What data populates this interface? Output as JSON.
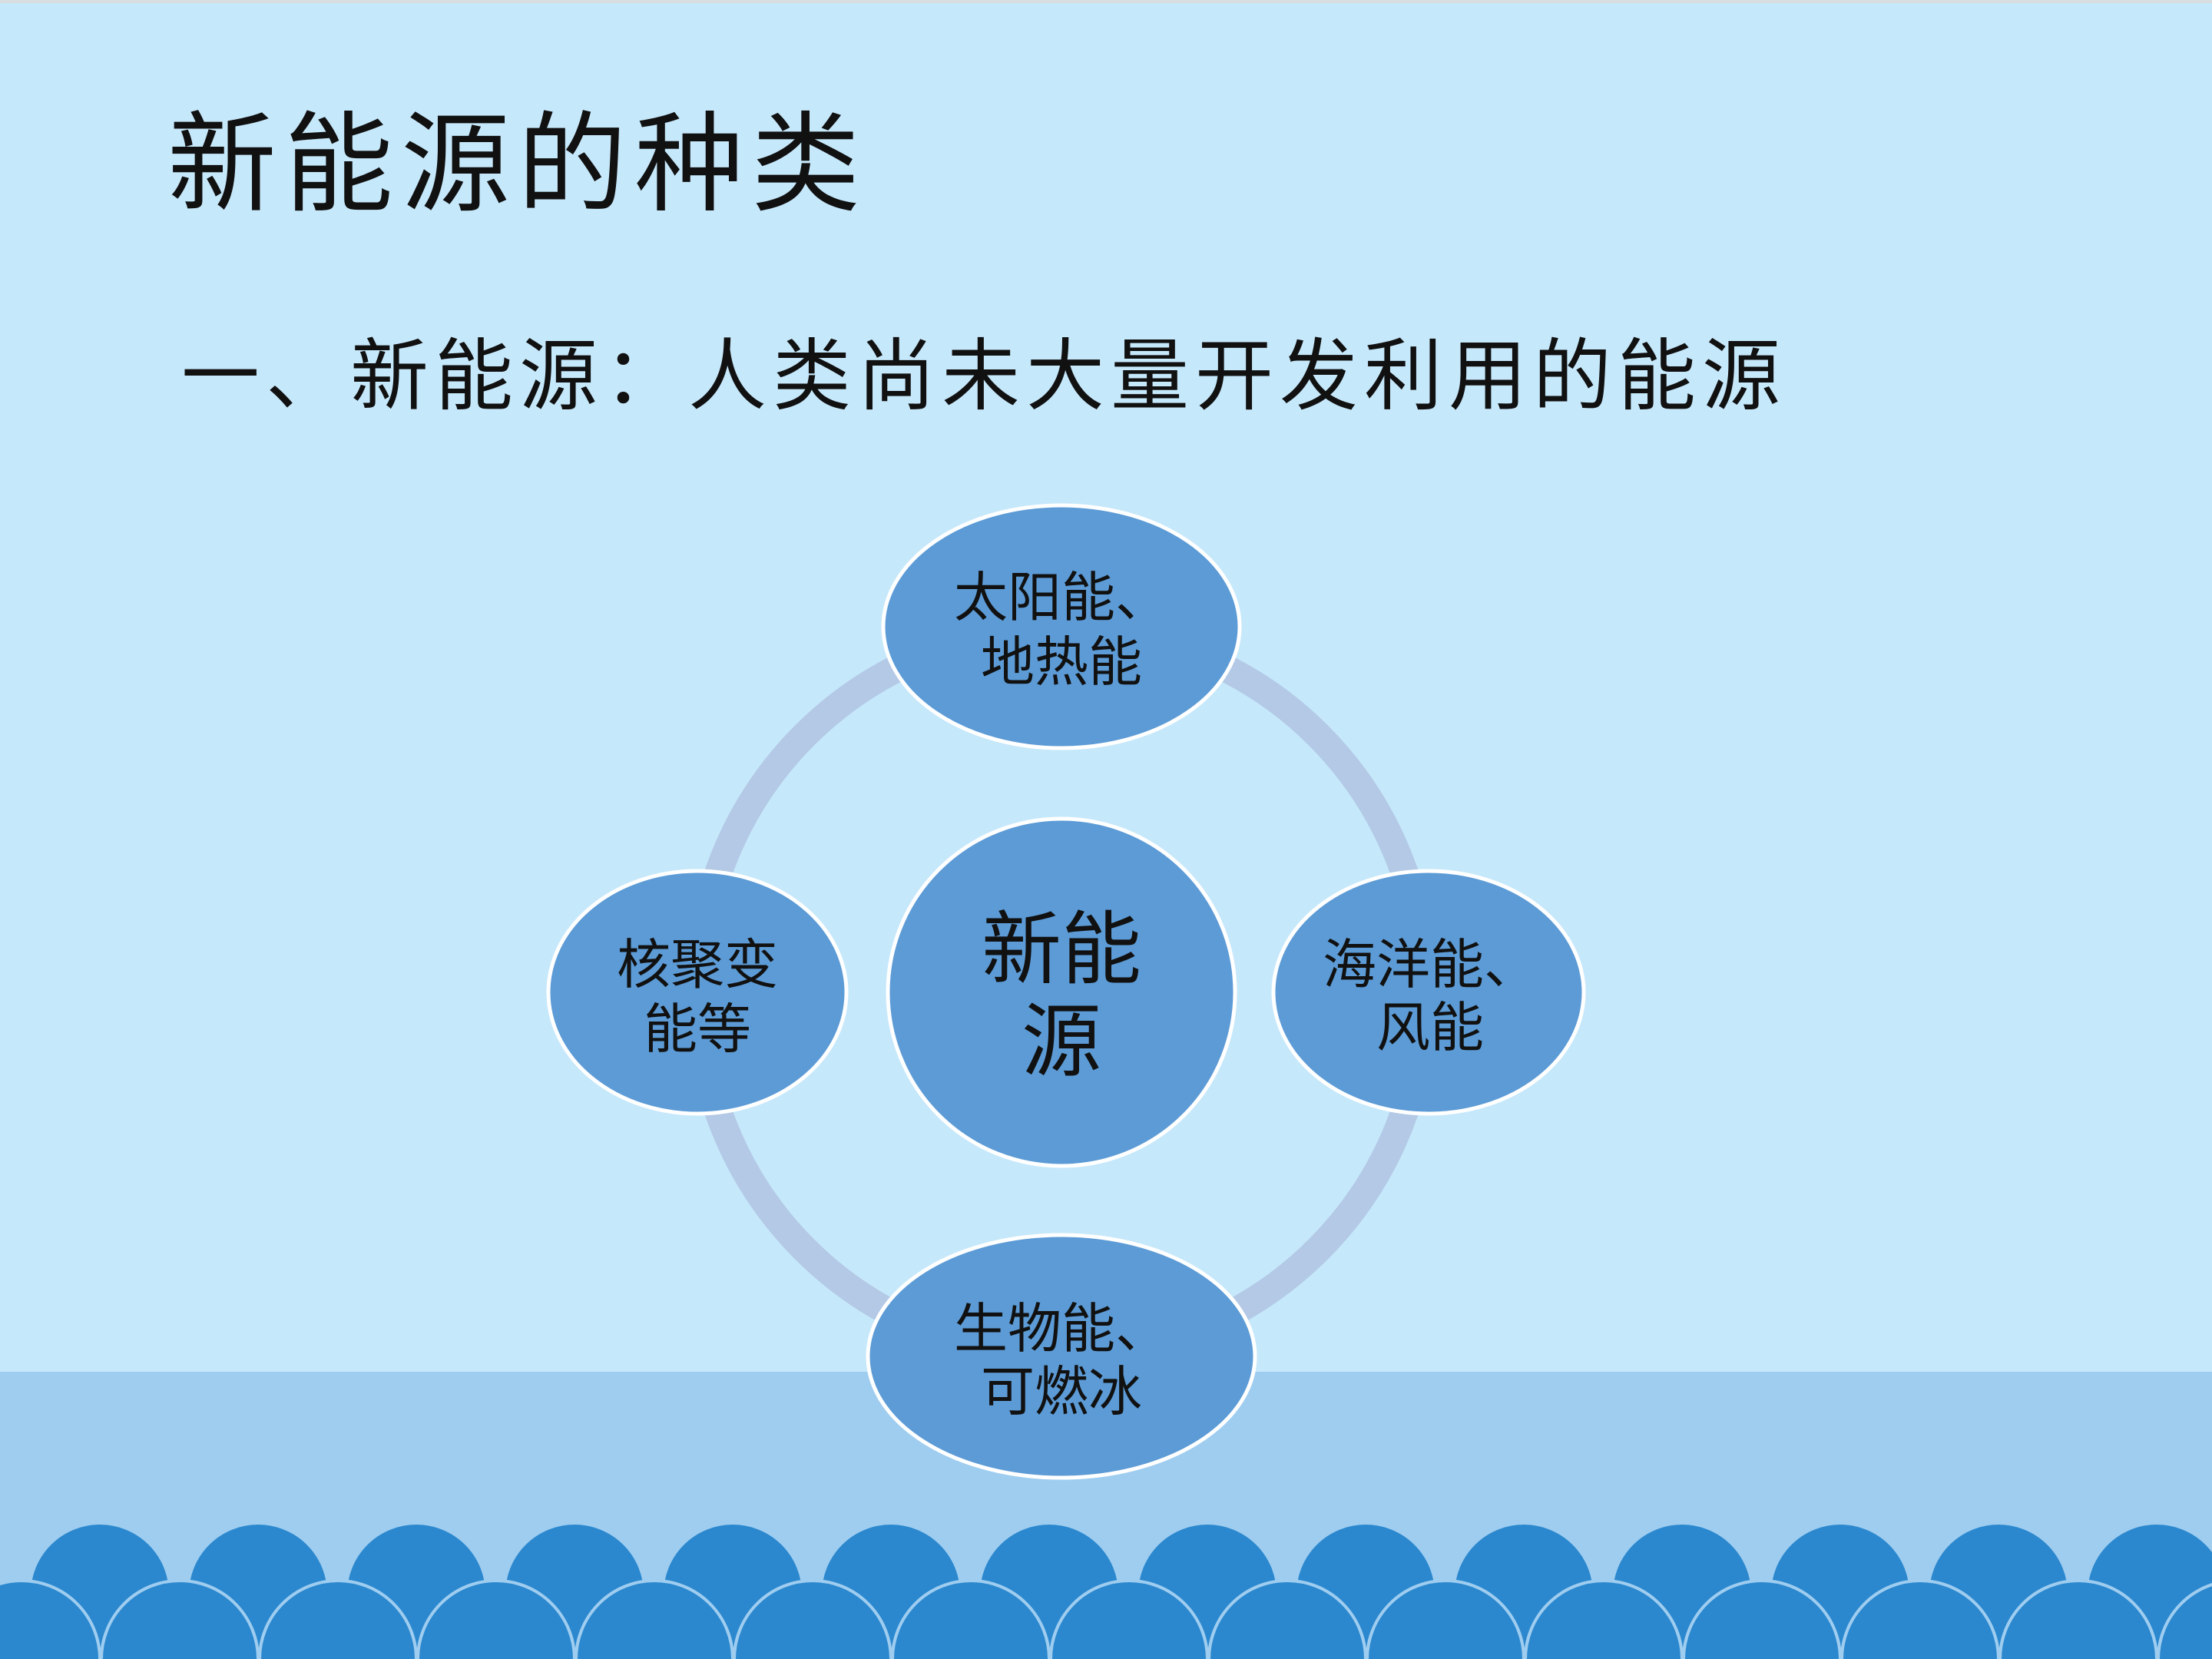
{
  "slide": {
    "title": "新能源的种类",
    "subtitle": "一、新能源：人类尚未大量开发利用的能源"
  },
  "diagram": {
    "type": "cycle",
    "center": {
      "lines": [
        "新能",
        "源"
      ]
    },
    "nodes": [
      {
        "id": "top",
        "lines": [
          "太阳能、",
          "地热能"
        ]
      },
      {
        "id": "right",
        "lines": [
          "海洋能、",
          "风能"
        ]
      },
      {
        "id": "bottom",
        "lines": [
          "生物能、",
          "可燃冰"
        ]
      },
      {
        "id": "left",
        "lines": [
          "核聚变",
          "能等"
        ]
      }
    ]
  },
  "colors": {
    "background": "#c6e8fb",
    "band": "#9fcdf0",
    "wave": "#2b88ce",
    "node_fill": "#5c9bd6",
    "node_border": "#ffffff",
    "ring": "#b3c9e6",
    "text": "#111111"
  }
}
